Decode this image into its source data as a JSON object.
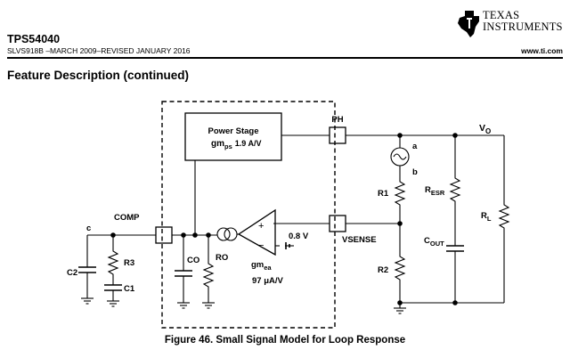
{
  "header": {
    "part_number": "TPS54040",
    "doc_info": "SLVS918B –MARCH 2009–REVISED JANUARY 2016",
    "website": "www.ti.com",
    "logo": {
      "line1": "TEXAS",
      "line2": "INSTRUMENTS",
      "icon": "ti-logo-icon"
    }
  },
  "section_title": "Feature Description (continued)",
  "figure": {
    "caption": "Figure 46.  Small Signal Model for Loop Response",
    "labels": {
      "power_stage": "Power Stage",
      "gmps_base": "gm",
      "gmps_sub": "ps",
      "gmps_value": "1.9 A/V",
      "ph": "PH",
      "vo_base": "V",
      "vo_sub": "O",
      "a": "a",
      "b": "b",
      "r1": "R1",
      "resr_base": "R",
      "resr_sub": "ESR",
      "rl_base": "R",
      "rl_sub": "L",
      "cout_base": "C",
      "cout_sub": "OUT",
      "r2": "R2",
      "vsense": "VSENSE",
      "comp": "COMP",
      "c": "c",
      "r3": "R3",
      "c2": "C2",
      "c1": "C1",
      "co": "CO",
      "ro": "RO",
      "plus": "+",
      "minus": "−",
      "vref": "0.8 V",
      "gmea_base": "gm",
      "gmea_sub": "ea",
      "gmea_value": "97 μA/V"
    }
  }
}
